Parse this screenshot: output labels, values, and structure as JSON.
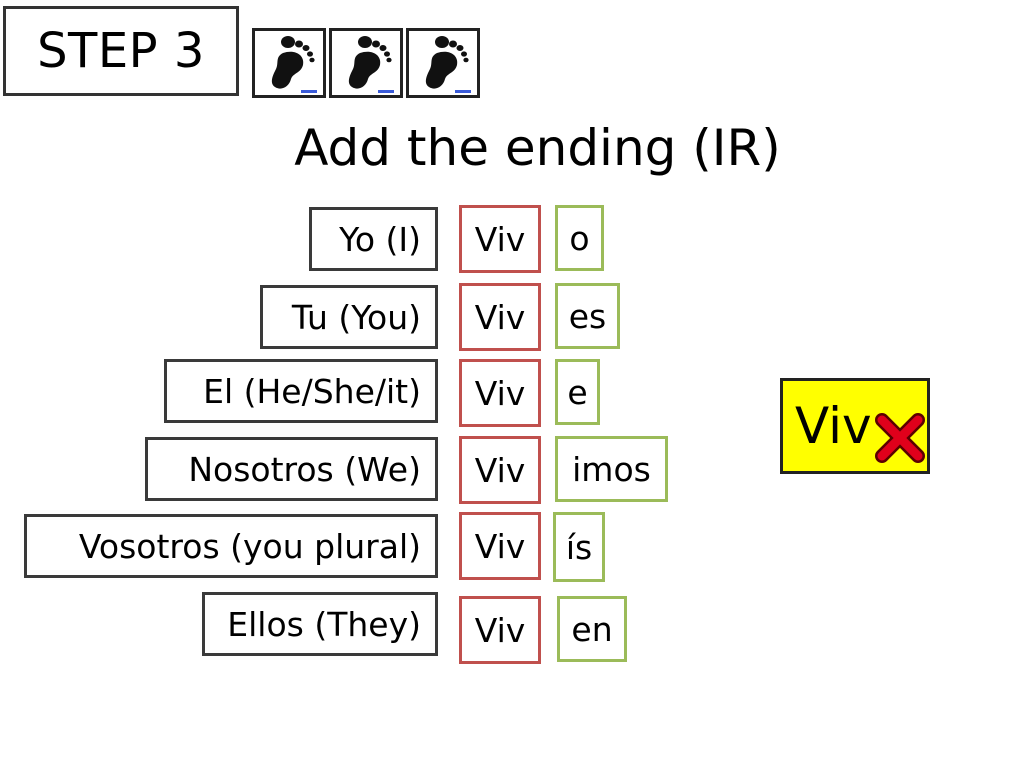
{
  "step_label": "STEP 3",
  "title": "Add the ending (IR)",
  "footprint_icons": [
    "footprint-icon",
    "footprint-icon",
    "footprint-icon"
  ],
  "rows": [
    {
      "pronoun": "Yo  (I)",
      "stem": "Viv",
      "ending": "o"
    },
    {
      "pronoun": "Tu (You)",
      "stem": "Viv",
      "ending": "es"
    },
    {
      "pronoun": "El (He/She/it)",
      "stem": "Viv",
      "ending": "e"
    },
    {
      "pronoun": "Nosotros (We)",
      "stem": "Viv",
      "ending": "imos"
    },
    {
      "pronoun": "Vosotros (you plural)",
      "stem": "Viv",
      "ending": "ís"
    },
    {
      "pronoun": "Ellos (They)",
      "stem": "Viv",
      "ending": "en"
    }
  ],
  "example": {
    "text": "Viv",
    "mark_icon": "red-x-icon"
  },
  "colors": {
    "stem_border": "#c0504d",
    "ending_border": "#9bbb59",
    "example_background": "#ffff00",
    "cross": "#e0001b"
  }
}
